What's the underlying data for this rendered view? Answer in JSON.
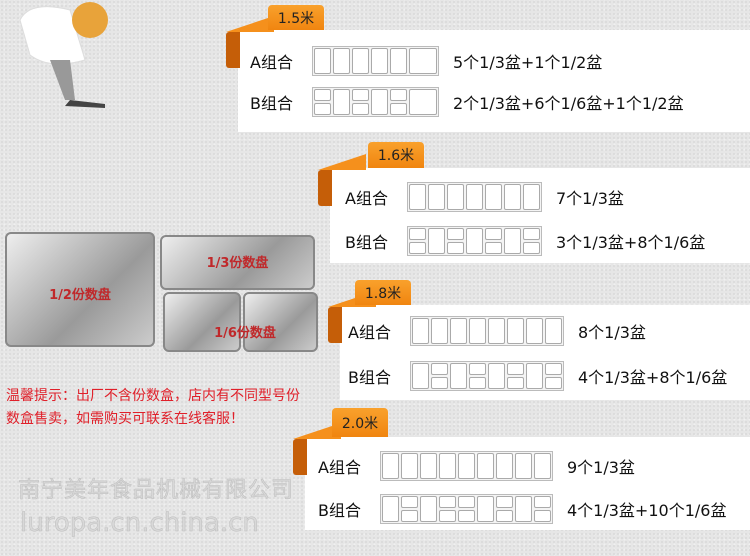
{
  "sections": [
    {
      "length": "1.5米",
      "a_label": "A组合",
      "a_desc": "5个1/3盆+1个1/2盆",
      "b_label": "B组合",
      "b_desc": "2个1/3盆+6个1/6盆+1个1/2盆"
    },
    {
      "length": "1.6米",
      "a_label": "A组合",
      "a_desc": "7个1/3盆",
      "b_label": "B组合",
      "b_desc": "3个1/3盆+8个1/6盆"
    },
    {
      "length": "1.8米",
      "a_label": "A组合",
      "a_desc": "8个1/3盆",
      "b_label": "B组合",
      "b_desc": "4个1/3盆+8个1/6盆"
    },
    {
      "length": "2.0米",
      "a_label": "A组合",
      "a_desc": "9个1/3盆",
      "b_label": "B组合",
      "b_desc": "4个1/3盆+10个1/6盆"
    }
  ],
  "trays": {
    "half": "1/2份数盘",
    "third": "1/3份数盘",
    "sixth": "1/6份数盘"
  },
  "notice": "温馨提示：出厂不含份数盒，店内有不同型号份数盒售卖，如需购买可联系在线客服！",
  "watermark": {
    "company": "南宁美年食品机械有限公司",
    "site": "luropa.cn.china.cn"
  },
  "colors": {
    "accent": "#f5901c",
    "notice": "#e0202a"
  }
}
